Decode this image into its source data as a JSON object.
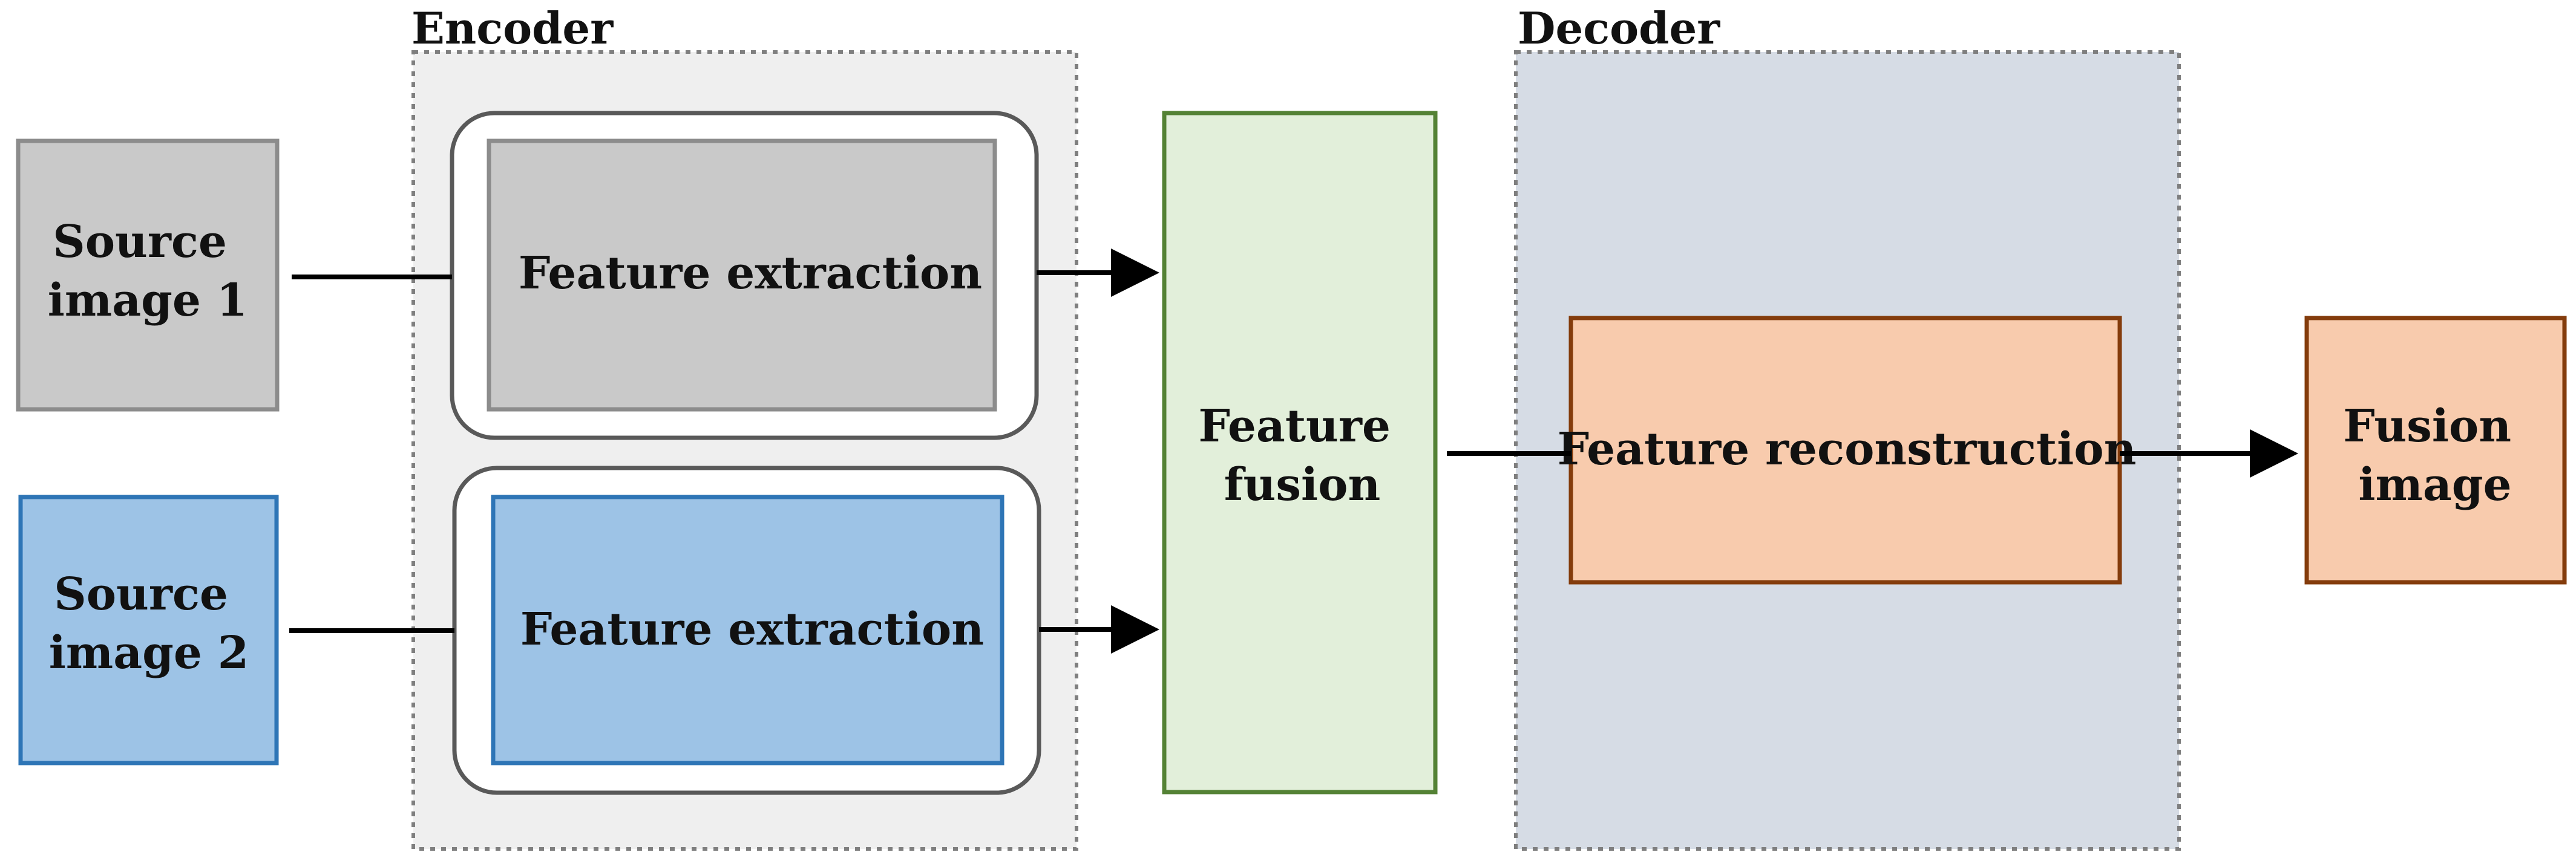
{
  "encoder": {
    "label": "Encoder",
    "background": "#efefef",
    "border": "#7f7f7f"
  },
  "decoder": {
    "label": "Decoder",
    "background": "#d6dce5",
    "border": "#7f7f7f"
  },
  "source_image_1": {
    "label_line1": "Source",
    "label_line2": "image 1",
    "fill": "#c9c9c9",
    "border": "#8c8c8c"
  },
  "source_image_2": {
    "label_line1": "Source",
    "label_line2": "image 2",
    "fill": "#9dc3e6",
    "border": "#2e75b6"
  },
  "feature_extraction_1": {
    "label": "Feature extraction",
    "fill": "#c9c9c9",
    "border": "#8c8c8c"
  },
  "feature_extraction_2": {
    "label": "Feature extraction",
    "fill": "#9dc3e6",
    "border": "#2e75b6"
  },
  "feature_fusion": {
    "label_line1": "Feature",
    "label_line2": "fusion",
    "fill": "#e2efda",
    "border": "#548235"
  },
  "feature_reconstruction": {
    "label": "Feature reconstruction",
    "fill": "#f8cbad",
    "border": "#843c0c"
  },
  "fusion_image": {
    "label_line1": "Fusion",
    "label_line2": "image",
    "fill": "#f8cbad",
    "border": "#843c0c"
  },
  "connector_color": "#000000"
}
